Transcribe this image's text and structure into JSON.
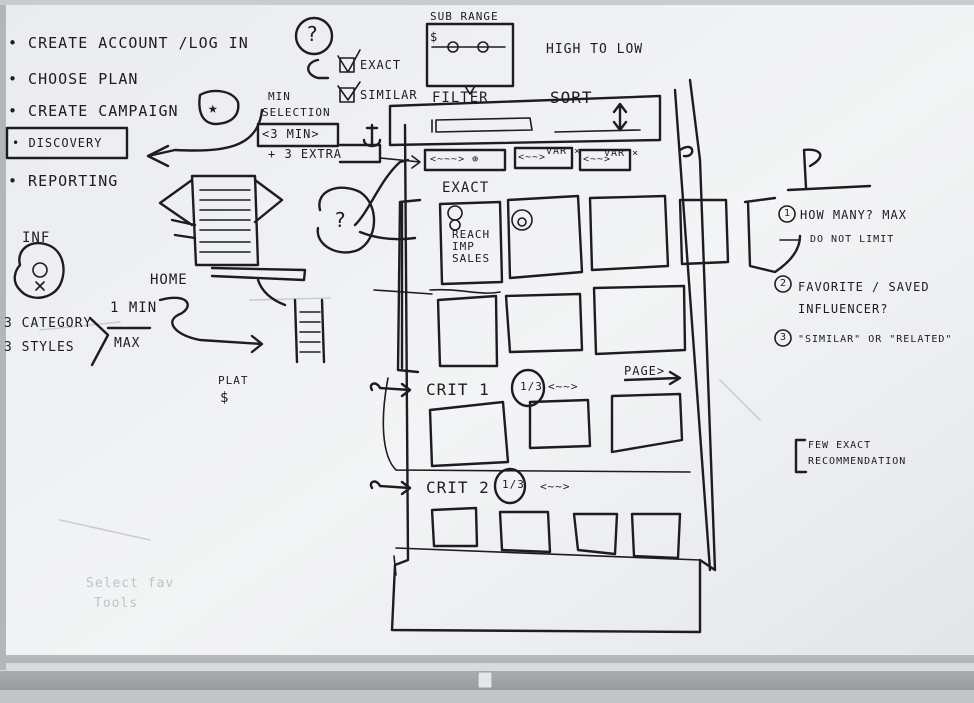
{
  "left_list": [
    "• CREATE ACCOUNT /LOG IN",
    "• CHOOSE PLAN",
    "• CREATE CAMPAIGN",
    "• DISCOVERY",
    "• REPORTING"
  ],
  "influencer": {
    "label": "INF",
    "criteria": [
      "3 CATEGORY",
      "3 STYLES"
    ],
    "min": "1 MIN",
    "max": "MAX"
  },
  "home_label": "HOME",
  "plat_label": "PLAT",
  "dollar": "$",
  "question": "?",
  "selection": {
    "star": "★",
    "exact": "EXACT",
    "similar": "SIMILAR",
    "min": "MIN",
    "selection": "SELECTION",
    "range": "<3 MIN>",
    "extra": "+ 3 EXTRA"
  },
  "sub_range": {
    "title": "SUB RANGE",
    "symbol": "$"
  },
  "high_to_low": "HIGH TO LOW",
  "filter_label": "FILTER",
  "sort_label": "SORT",
  "sort_arrow": "↕",
  "chips": [
    "<~~~> ⊕",
    "<~~>",
    "<~~>"
  ],
  "chip_marks": [
    "VAR ×",
    "VAR ×"
  ],
  "exact_label": "EXACT",
  "card_metrics": [
    "REACH",
    "IMP",
    "SALES"
  ],
  "page_label": "PAGE>",
  "crit_rows": [
    {
      "label": "CRIT 1",
      "fraction": "1/3",
      "tag": "<~~>"
    },
    {
      "label": "CRIT 2",
      "fraction": "1/3",
      "tag": "<~~>"
    }
  ],
  "right_notes": [
    "HOW MANY? MAX",
    "DO NOT LIMIT",
    "FAVORITE / SAVED",
    "INFLUENCER?",
    "\"SIMILAR\" OR \"RELATED\""
  ],
  "note_numbers": [
    "1",
    "2",
    "3"
  ],
  "few_exact": [
    "FEW EXACT",
    "RECOMMENDATION"
  ],
  "faint_text": [
    "Select fav",
    "Tools"
  ]
}
